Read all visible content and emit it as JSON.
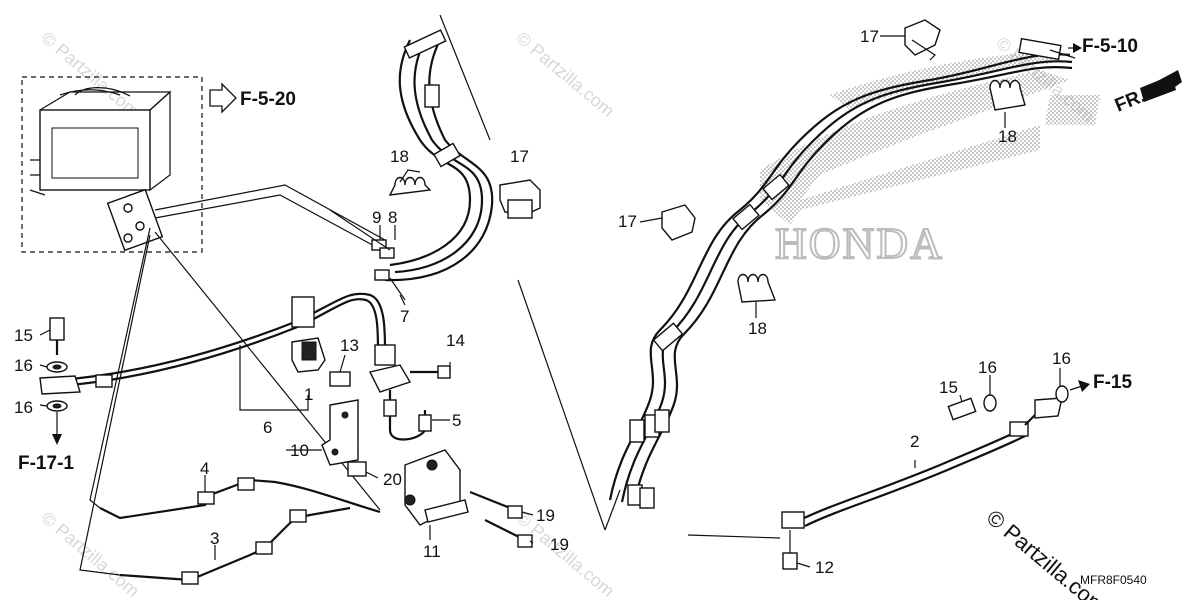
{
  "diagram": {
    "code": "MFR8F0540",
    "watermark": "© Partzilla.com",
    "copyright": "© Partzilla.com",
    "brand": "HONDA",
    "front_indicator": "FR.",
    "references": {
      "abs_unit": "F-5-20",
      "rear_left": "F-5-10",
      "rear_right": "F-15",
      "bottom_left": "F-17-1"
    },
    "callouts": {
      "n1": "1",
      "n2": "2",
      "n3": "3",
      "n4": "4",
      "n5": "5",
      "n6": "6",
      "n7": "7",
      "n8": "8",
      "n9": "9",
      "n10": "10",
      "n11": "11",
      "n12": "12",
      "n13": "13",
      "n14": "14",
      "n15": "15",
      "n16": "16",
      "n17": "17",
      "n18": "18",
      "n19": "19",
      "n20": "20"
    }
  },
  "colors": {
    "line": "#111111",
    "watermark": "#d8d8d8",
    "stipple": "#9a9a9a"
  }
}
